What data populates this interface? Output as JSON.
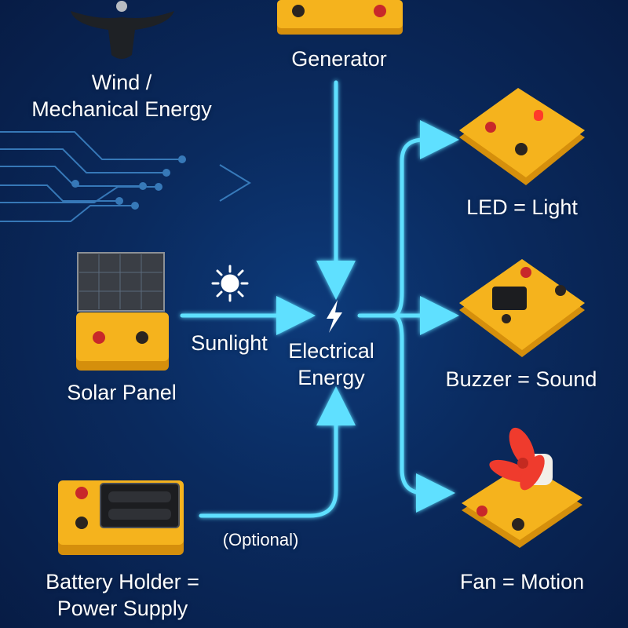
{
  "labels": {
    "generator": "Generator",
    "wind_line1": "Wind /",
    "wind_line2": "Mechanical Energy",
    "solar_panel": "Solar Panel",
    "sunlight": "Sunlight",
    "electrical_line1": "Electrical",
    "electrical_line2": "Energy",
    "led": "LED = Light",
    "buzzer": "Buzzer = Sound",
    "fan": "Fan = Motion",
    "battery_line1": "Battery Holder =",
    "battery_line2": "Power Supply",
    "optional": "(Optional)"
  },
  "icons": {
    "sun": "sun-icon",
    "bolt": "lightning-bolt-icon"
  },
  "colors": {
    "background": "#0a2a5e",
    "arrow": "#5fe0ff",
    "board": "#f5b31d",
    "board_side": "#d58f0c",
    "terminal_red": "#c8282a",
    "terminal_black": "#2a2420"
  }
}
